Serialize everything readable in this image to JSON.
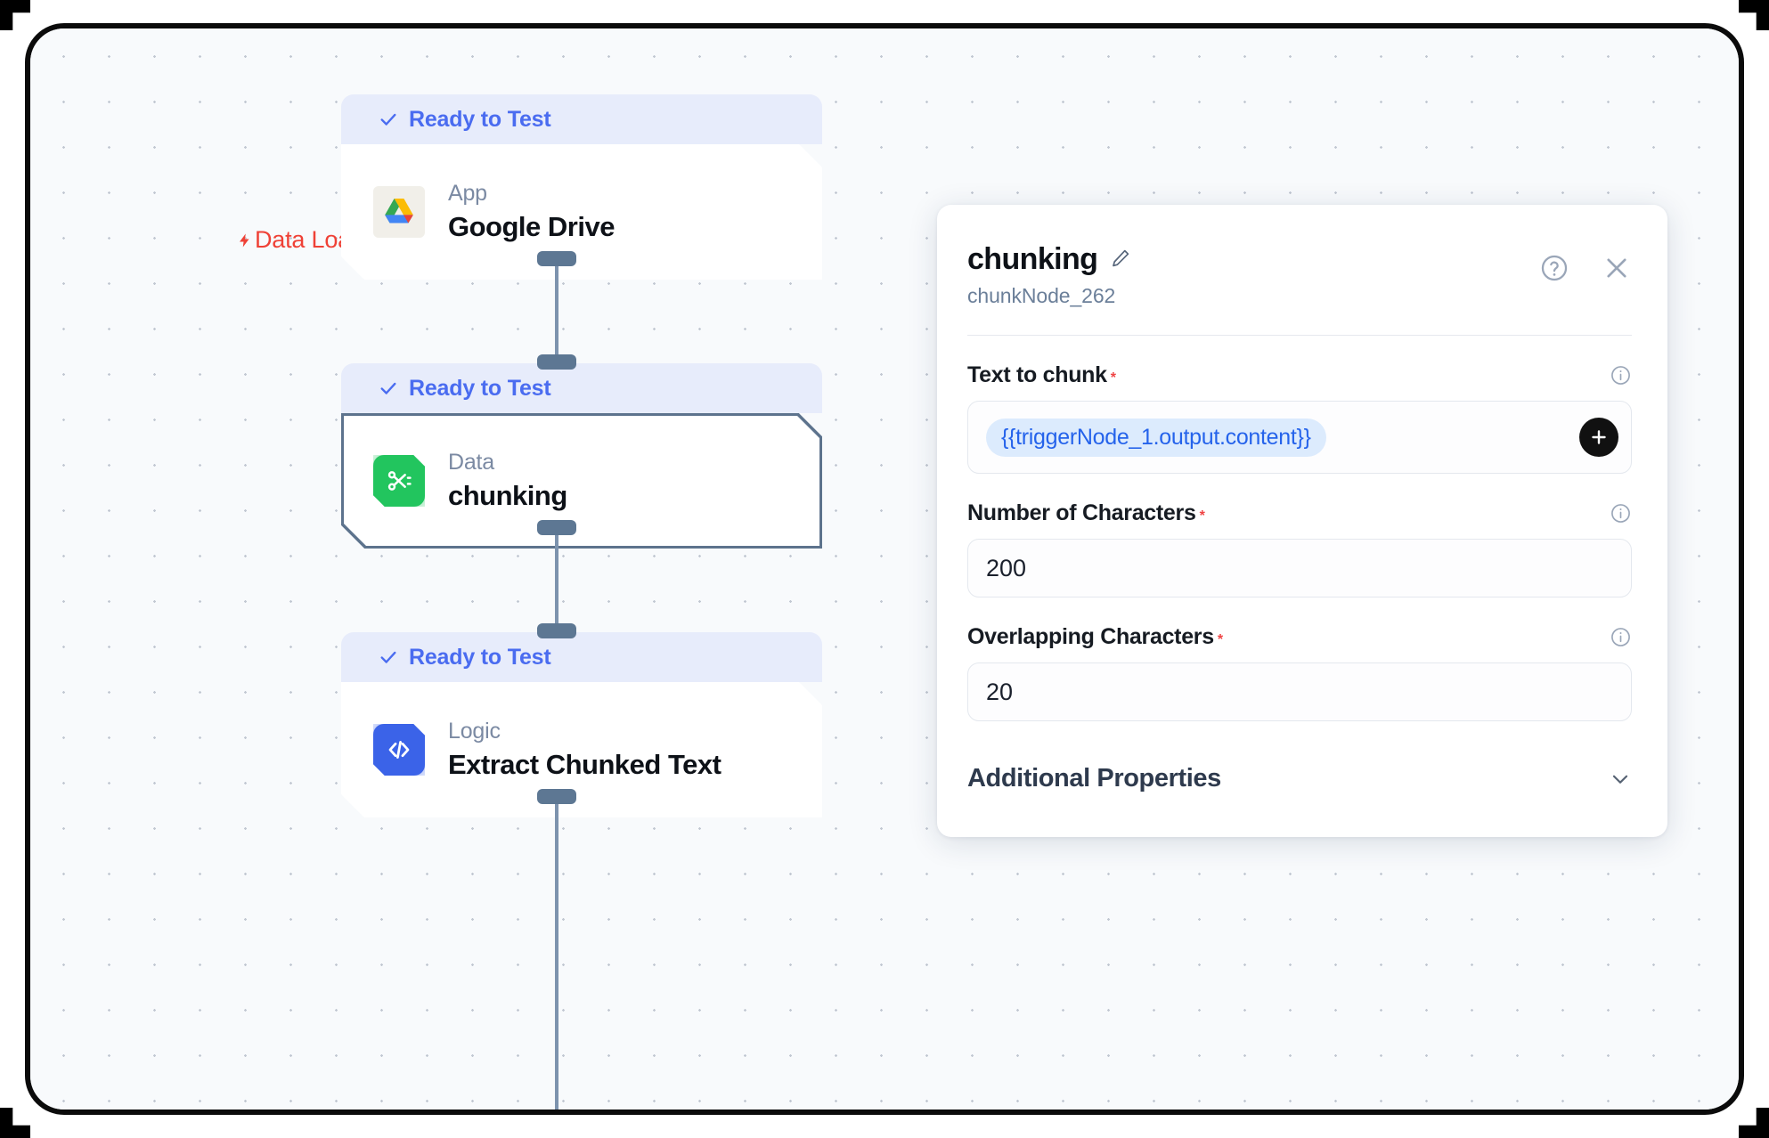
{
  "annotation": {
    "data_loader_label": "Data Loader",
    "data_loader_color": "#ef4136",
    "bolt_icon": "lightning-bolt-icon"
  },
  "canvas": {
    "background": "#f8fafc",
    "dot_color": "#c2c8d2"
  },
  "workflow": {
    "status_badge_text": "Ready to Test",
    "status_badge_bg": "#e7ecfb",
    "status_badge_color": "#4a6cf0",
    "check_icon": "check-icon",
    "nodes": [
      {
        "status": "Ready to Test",
        "kind": "App",
        "title": "Google Drive",
        "icon": "google-drive-icon",
        "selected": false
      },
      {
        "status": "Ready to Test",
        "kind": "Data",
        "title": "chunking",
        "icon": "scissors-icon",
        "icon_color": "#22c55e",
        "selected": true
      },
      {
        "status": "Ready to Test",
        "kind": "Logic",
        "title": "Extract Chunked Text",
        "icon": "code-brackets-icon",
        "icon_color": "#3b63e8",
        "selected": false
      }
    ]
  },
  "panel": {
    "title": "chunking",
    "subtitle": "chunkNode_262",
    "edit_icon": "pencil-icon",
    "help_icon": "question-circle-icon",
    "close_icon": "close-icon",
    "fields": [
      {
        "label": "Text to chunk",
        "required": "*",
        "info_icon": "info-icon",
        "type": "token",
        "token_value": "{{triggerNode_1.output.content}}",
        "add_button": "plus-icon"
      },
      {
        "label": "Number of Characters",
        "required": "*",
        "info_icon": "info-icon",
        "type": "number",
        "value": "200"
      },
      {
        "label": "Overlapping Characters",
        "required": "*",
        "info_icon": "info-icon",
        "type": "number",
        "value": "20"
      }
    ],
    "additional_properties": {
      "label": "Additional Properties",
      "chevron_icon": "chevron-down-icon",
      "expanded": false
    }
  }
}
